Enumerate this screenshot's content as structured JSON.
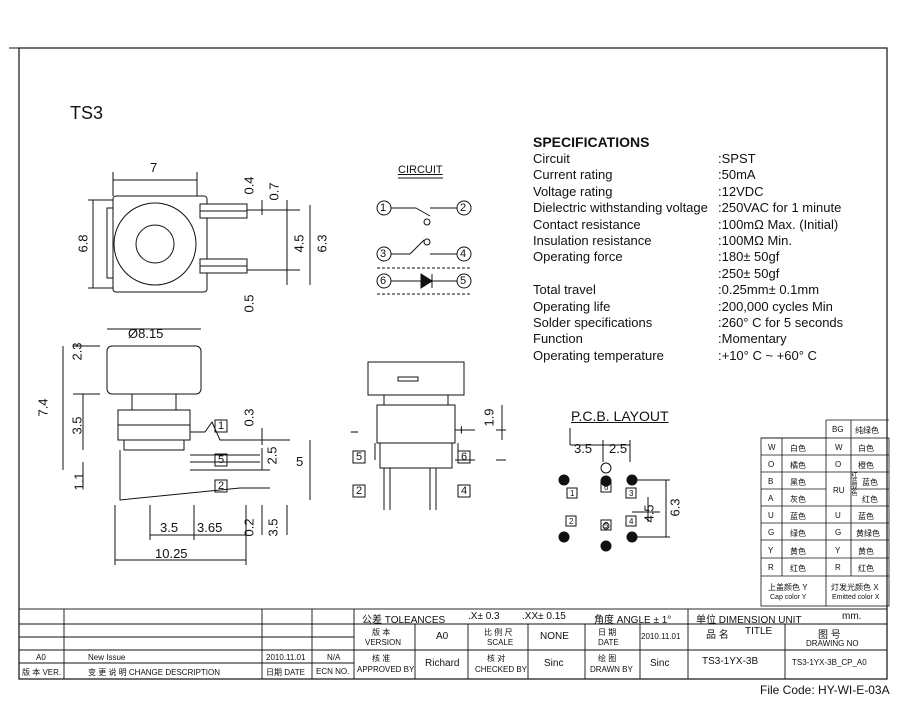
{
  "model": "TS3",
  "circuit_title": "CIRCUIT",
  "pcb_title": "P.C.B. LAYOUT",
  "circuit_pins": [
    "1",
    "2",
    "3",
    "4",
    "6",
    "5"
  ],
  "specifications": {
    "heading": "SPECIFICATIONS",
    "rows": [
      {
        "label": "Circuit",
        "value": ":SPST"
      },
      {
        "label": "Current rating",
        "value": ":50mA"
      },
      {
        "label": "Voltage rating",
        "value": ":12VDC"
      },
      {
        "label": "Dielectric withstanding voltage",
        "value": ":250VAC for 1 minute"
      },
      {
        "label": "Contact resistance",
        "value": ":100mΩ  Max. (Initial)"
      },
      {
        "label": "Insulation resistance",
        "value": ":100MΩ  Min."
      },
      {
        "label": "Operating force",
        "value": ":180± 50gf"
      },
      {
        "label": "",
        "value": ":250± 50gf"
      },
      {
        "label": "Total travel",
        "value": ":0.25mm± 0.1mm"
      },
      {
        "label": "Operating life",
        "value": ":200,000 cycles Min"
      },
      {
        "label": "Solder specifications",
        "value": ":260° C for 5 seconds"
      },
      {
        "label": "Function",
        "value": ":Momentary"
      },
      {
        "label": "Operating temperature",
        "value": ":+10° C ~ +60° C"
      }
    ]
  },
  "dimensions": {
    "top_width": "7",
    "top_height": "6.8",
    "d04": "0.4",
    "d07": "0.7",
    "d45": "4.5",
    "d63": "6.3",
    "d05": "0.5",
    "cap_dia": "Ø8.15",
    "d23": "2.3",
    "d74": "7.4",
    "d35": "3.5",
    "d11": "1.1",
    "d03": "0.3",
    "d25": "2.5",
    "d5": "5",
    "d02": "0.2",
    "d35b": "3.5",
    "d35c": "3.5",
    "d365": "3.65",
    "d1025": "10.25",
    "d19": "1.9",
    "pcb_35": "3.5",
    "pcb_25": "2.5",
    "pcb_45": "4.5",
    "pcb_63": "6.3",
    "minus": "−",
    "plus": "+"
  },
  "side_pins": [
    "1",
    "5",
    "2"
  ],
  "front_pins": [
    "5",
    "6",
    "2",
    "4"
  ],
  "pcb_pins": [
    "1",
    "6",
    "3",
    "4",
    "2",
    "5"
  ],
  "color_table": {
    "left": [
      {
        "code": "W",
        "name": "白色"
      },
      {
        "code": "O",
        "name": "橘色"
      },
      {
        "code": "B",
        "name": "黑色"
      },
      {
        "code": "A",
        "name": "灰色"
      },
      {
        "code": "U",
        "name": "蓝色"
      },
      {
        "code": "G",
        "name": "绿色"
      },
      {
        "code": "Y",
        "name": "黄色"
      },
      {
        "code": "R",
        "name": "红色"
      }
    ],
    "right_header": {
      "code": "BG",
      "name": "纯绿色"
    },
    "right": [
      {
        "code": "W",
        "name": "白色"
      },
      {
        "code": "O",
        "name": "橙色"
      },
      {
        "code": "RU",
        "name": "蓝色"
      },
      {
        "code": "",
        "name": "红色"
      },
      {
        "code": "U",
        "name": "蓝色"
      },
      {
        "code": "G",
        "name": "黄绿色"
      },
      {
        "code": "Y",
        "name": "黄色"
      },
      {
        "code": "R",
        "name": "红色"
      }
    ],
    "ru_sub": "红蓝双色",
    "left_footer_cn": "上盖颜色 Y",
    "left_footer_en": "Cap color Y",
    "right_footer_cn": "灯发光颜色 X",
    "right_footer_en": "Emitted color X"
  },
  "title_block": {
    "tolerances": "公差 TOLEANCES",
    "tol_x": ".X± 0.3",
    "tol_xx": ".XX± 0.15",
    "angle": "角度 ANGLE ± 1°",
    "unit_label": "单位  DIMENSION UNIT",
    "unit_value": "mm.",
    "version_cn": "版 本",
    "version_en": "VERSION",
    "version_value": "A0",
    "scale_cn": "比 例 尺",
    "scale_en": "SCALE",
    "scale_value": "NONE",
    "date_cn": "日 期",
    "date_en": "DATE",
    "date_value": "2010.11.01",
    "title_cn": "品 名",
    "title_en": "TITLE",
    "drawing_no_cn": "图 号",
    "drawing_no_en": "DRAWING NO",
    "approved_cn": "核 准",
    "approved_en": "APPROVED BY",
    "approved_value": "Richard",
    "checked_cn": "核 对",
    "checked_en": "CHECKED BY",
    "checked_value": "Sinc",
    "drawn_cn": "绘 图",
    "drawn_en": "DRAWN BY",
    "drawn_value": "Sinc",
    "title_value": "TS3-1YX-3B",
    "drawing_no_value": "TS3-1YX-3B_CP_A0",
    "rev_ver": "A0",
    "rev_desc": "New Issue",
    "rev_date": "2010.11.01",
    "rev_ecn": "N/A",
    "col_ver": "版 本 VER.",
    "col_desc": "变 更 说 明  CHANGE DESCRIPTION",
    "col_date": "日期 DATE",
    "col_ecn": "ECN NO."
  },
  "file_code": "File Code: HY-WI-E-03A"
}
